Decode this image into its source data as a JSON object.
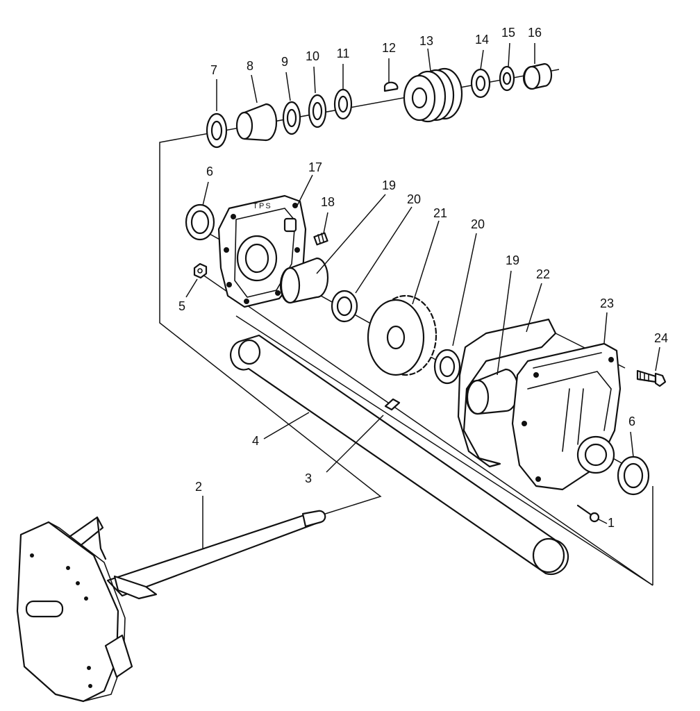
{
  "diagram": {
    "callouts": [
      "1",
      "2",
      "3",
      "4",
      "5",
      "6",
      "6",
      "7",
      "8",
      "9",
      "10",
      "11",
      "12",
      "13",
      "14",
      "15",
      "16",
      "17",
      "18",
      "19",
      "19",
      "20",
      "20",
      "21",
      "22",
      "23",
      "24"
    ],
    "housing_stamp": "TPS"
  },
  "colors": {
    "ink": "#111111",
    "paper": "#ffffff"
  }
}
